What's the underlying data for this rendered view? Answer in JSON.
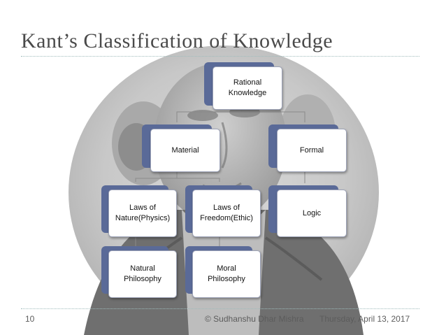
{
  "slide": {
    "title": "Kant’s Classification of Knowledge",
    "slide_number": "10",
    "author": "© Sudhanshu Dhar Mishra",
    "date": "Thursday, April 13, 2017"
  },
  "diagram": {
    "nodes": {
      "root": "Rational\nKnowledge",
      "material": "Material",
      "formal": "Formal",
      "laws_nature": "Laws of\nNature(Physics)",
      "laws_freedom": "Laws of\nFreedom(Ethic)",
      "logic": "Logic",
      "natural_philosophy": "Natural\nPhilosophy",
      "moral_philosophy": "Moral\nPhilosophy"
    },
    "colors": {
      "shape_back": "#5a6a98",
      "connector": "#8a8a8a"
    }
  }
}
